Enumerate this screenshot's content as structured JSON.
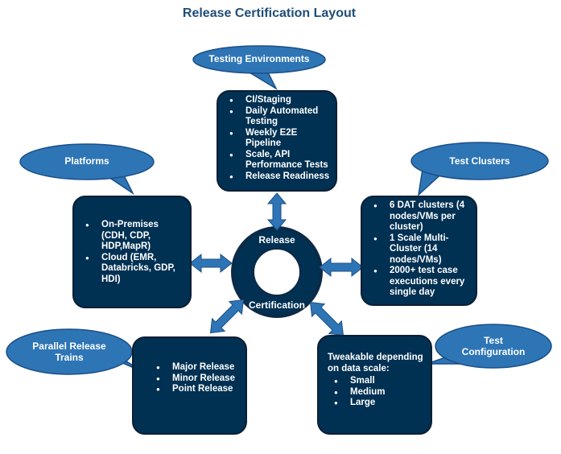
{
  "title": "Release Certification Layout",
  "center": {
    "line1": "Release",
    "line2": "Certification"
  },
  "testing_environments": {
    "label": "Testing Environments",
    "items": [
      "CI/Staging",
      "Daily Automated Testing",
      "Weekly E2E Pipeline",
      "Scale, API Performance Tests",
      "Release Readiness"
    ]
  },
  "platforms": {
    "label": "Platforms",
    "items": [
      "On-Premises (CDH, CDP, HDP,MapR)",
      "Cloud  (EMR, Databricks, GDP, HDI)"
    ]
  },
  "test_clusters": {
    "label": "Test Clusters",
    "items": [
      "6 DAT clusters (4 nodes/VMs per cluster)",
      "1 Scale Multi-Cluster (14 nodes/VMs)",
      "2000+ test case executions every single day"
    ]
  },
  "parallel_release_trains": {
    "label_line1": "Parallel Release",
    "label_line2": "Trains",
    "items": [
      "Major Release",
      "Minor Release",
      "Point Release"
    ]
  },
  "test_configuration": {
    "label_line1": "Test",
    "label_line2": "Configuration",
    "intro": "Tweakable depending on data scale:",
    "items": [
      "Small",
      "Medium",
      "Large"
    ]
  },
  "colors": {
    "box_fill": "#003052",
    "callout_fill": "#2e75b6",
    "arrow_fill": "#2e75b6",
    "title": "#1f4e79"
  }
}
